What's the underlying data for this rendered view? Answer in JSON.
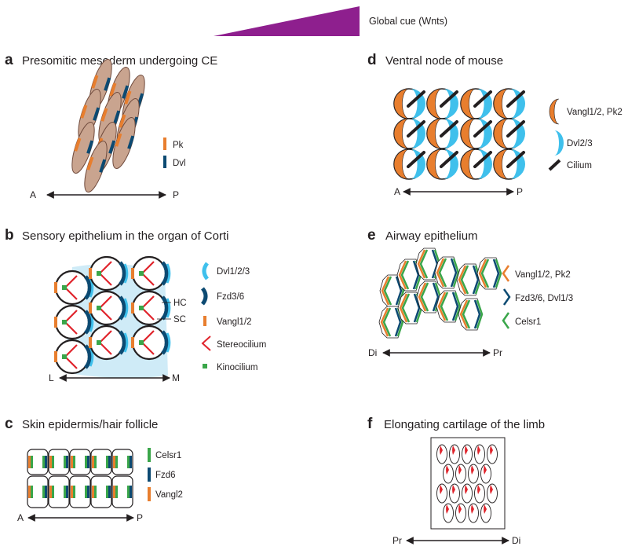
{
  "header": {
    "global_cue": "Global cue (Wnts)"
  },
  "colors": {
    "cue": "#8e1f8e",
    "orange": "#e87e2e",
    "navy": "#0c4a72",
    "lightblue": "#3fc0ec",
    "green": "#3aa64a",
    "red": "#e0242c",
    "cell_fill": "#c9a48f",
    "cell_stroke": "#6f4a3c",
    "sc_fill": "#c7e8f6"
  },
  "icons": {
    "arrow": "double-headed-arrow-icon",
    "cilium": "cilium-bar-icon",
    "stereocilium": "chevron-icon"
  },
  "panels": {
    "a": {
      "label": "a",
      "title": "Presomitic mesoderm undergoing CE",
      "legend": [
        "Pk",
        "Dvl"
      ],
      "axis": {
        "left": "A",
        "right": "P"
      }
    },
    "b": {
      "label": "b",
      "title": "Sensory epithelium in the organ of Corti",
      "legend": [
        "Dvl1/2/3",
        "Fzd3/6",
        "Vangl1/2",
        "Stereocilium",
        "Kinocilium"
      ],
      "callouts": [
        "HC",
        "SC"
      ],
      "axis": {
        "left": "L",
        "right": "M"
      }
    },
    "c": {
      "label": "c",
      "title": "Skin epidermis/hair follicle",
      "legend": [
        "Celsr1",
        "Fzd6",
        "Vangl2"
      ],
      "axis": {
        "left": "A",
        "right": "P"
      }
    },
    "d": {
      "label": "d",
      "title": "Ventral node of mouse",
      "legend": [
        "Vangl1/2, Pk2",
        "Dvl2/3",
        "Cilium"
      ],
      "axis": {
        "left": "A",
        "right": "P"
      }
    },
    "e": {
      "label": "e",
      "title": "Airway epithelium",
      "legend": [
        "Vangl1/2, Pk2",
        "Fzd3/6, Dvl1/3",
        "Celsr1"
      ],
      "axis": {
        "left": "Di",
        "right": "Pr"
      }
    },
    "f": {
      "label": "f",
      "title": "Elongating cartilage of the limb",
      "axis": {
        "left": "Pr",
        "right": "Di"
      }
    }
  }
}
